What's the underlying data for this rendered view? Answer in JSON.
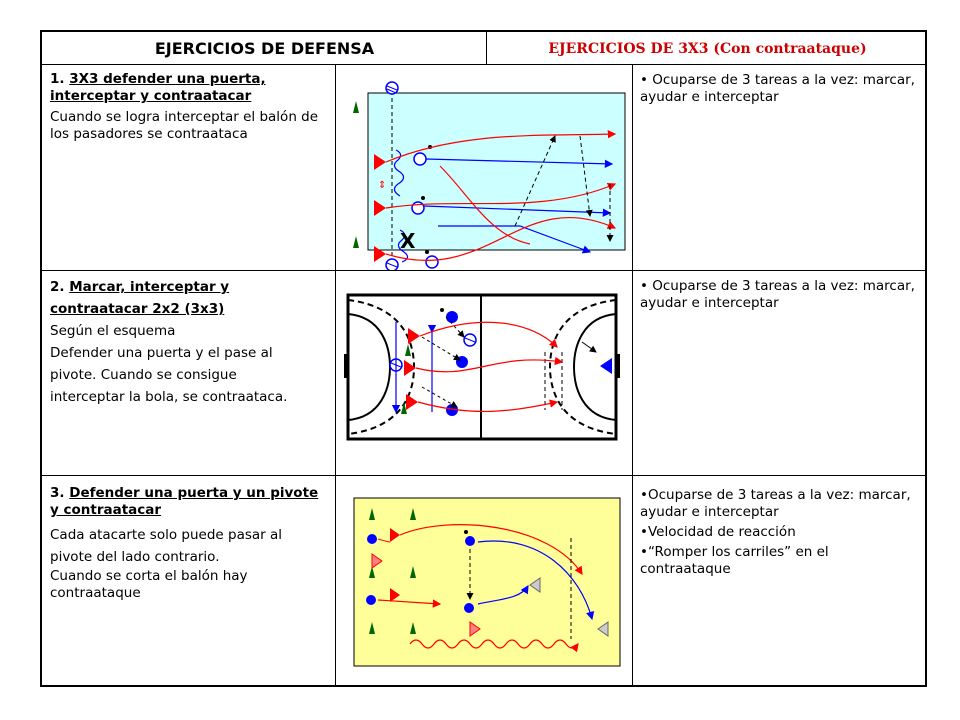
{
  "header": {
    "left": "EJERCICIOS DE DEFENSA",
    "right": "EJERCICIOS DE 3X3 (Con contraataque)"
  },
  "rows": [
    {
      "num": "1.",
      "title": "3X3 defender una puerta, interceptar y contraatacar",
      "lines": [
        "Cuando se logra interceptar el balón de los pasadores se contraataca"
      ],
      "diagram_label": "X",
      "notes": [
        "• Ocuparse de 3 tareas a la vez: marcar, ayudar e interceptar"
      ]
    },
    {
      "num": "2.",
      "title": "Marcar, interceptar y contraatacar 2x2 (3x3)",
      "lines": [
        "Según el esquema",
        "Defender una puerta y el pase al",
        "pivote. Cuando se consigue",
        "interceptar la bola, se contraataca."
      ],
      "notes": [
        "• Ocuparse de 3 tareas a la vez: marcar, ayudar e interceptar"
      ]
    },
    {
      "num": "3.",
      "title": "Defender una puerta y un pivote y contraatacar",
      "lines": [
        "Cada atacarte solo puede pasar al",
        "pivote del lado contrario.",
        "Cuando se corta el balón hay contraataque"
      ],
      "notes": [
        "•Ocuparse de 3 tareas a la vez: marcar, ayudar e interceptar",
        "•Velocidad de reacción",
        "•“Romper los carriles” en el contraataque"
      ]
    }
  ],
  "colors": {
    "header_right": "#cc0000",
    "field_blue": "#ccffff",
    "field_yellow": "#ffff99",
    "red": "#ff0000",
    "blue": "#0000ff",
    "green": "#006600"
  }
}
